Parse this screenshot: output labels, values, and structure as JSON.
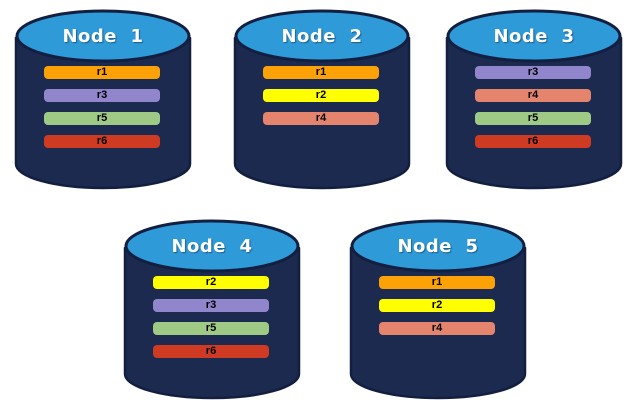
{
  "diagram": {
    "description_colors": {
      "cylinder_body": "#1b2a4e",
      "cylinder_outline": "#121f40",
      "cylinder_top": "#2e9ad8",
      "title_text": "#ffffff",
      "bar_text": "#000000"
    },
    "replica_colors": {
      "r1": "#fca207",
      "r2": "#ffff00",
      "r3": "#9186cc",
      "r4": "#e5846c",
      "r5": "#9fca86",
      "r6": "#cf3a23"
    },
    "nodes": [
      {
        "label": "Node  1",
        "replicas": [
          "r1",
          "r3",
          "r5",
          "r6"
        ]
      },
      {
        "label": "Node  2",
        "replicas": [
          "r1",
          "r2",
          "r4"
        ]
      },
      {
        "label": "Node  3",
        "replicas": [
          "r3",
          "r4",
          "r5",
          "r6"
        ]
      },
      {
        "label": "Node  4",
        "replicas": [
          "r2",
          "r3",
          "r5",
          "r6"
        ]
      },
      {
        "label": "Node  5",
        "replicas": [
          "r1",
          "r2",
          "r4"
        ]
      }
    ]
  }
}
